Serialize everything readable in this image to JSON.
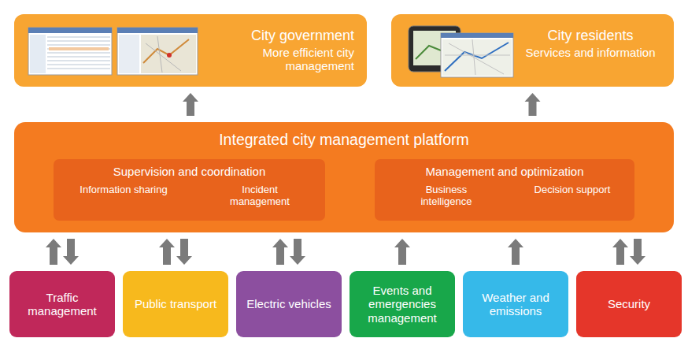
{
  "diagram": {
    "nodes": [
      {
        "text": [
          "City government",
          "More efficient city management"
        ]
      },
      {
        "text": [
          "City residents",
          "Services and information"
        ]
      },
      {
        "text": [
          "Integrated city management platform"
        ]
      },
      {
        "text": [
          "Supervision and coordination",
          "Information sharing",
          "Incident management"
        ],
        "in": 2
      },
      {
        "text": [
          "Management and optimization",
          "Business intelligence",
          "Decision support"
        ],
        "in": 2
      },
      {
        "text": [
          "Traffic management"
        ]
      },
      {
        "text": [
          "Public transport"
        ]
      },
      {
        "text": [
          "Electric vehicles"
        ]
      },
      {
        "text": [
          "Events and emergencies management"
        ]
      },
      {
        "text": [
          "Weather and emissions"
        ]
      },
      {
        "text": [
          "Security"
        ]
      }
    ],
    "edges": [
      {
        "from": 2,
        "to": 0,
        "arrow": "to"
      },
      {
        "from": 2,
        "to": 1,
        "arrow": "to"
      },
      {
        "from": 5,
        "to": 2,
        "arrow": "both"
      },
      {
        "from": 6,
        "to": 2,
        "arrow": "both"
      },
      {
        "from": 7,
        "to": 2,
        "arrow": "both"
      },
      {
        "from": 8,
        "to": 2,
        "arrow": "to"
      },
      {
        "from": 9,
        "to": 2,
        "arrow": "to"
      },
      {
        "from": 10,
        "to": 2,
        "arrow": "both"
      }
    ]
  }
}
